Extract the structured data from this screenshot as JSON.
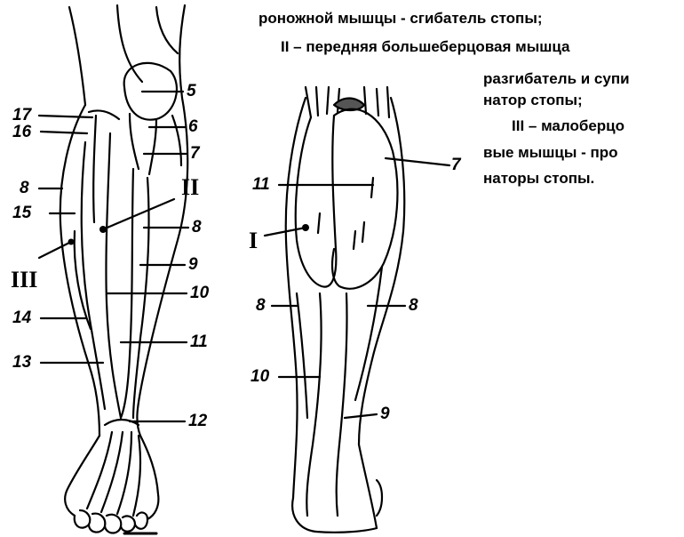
{
  "caption": {
    "line1": "роножной мышцы - сгибатель стопы;",
    "line2": "II – передняя большеберцовая мышца",
    "line3": "разгибатель и супи",
    "line4": "натор стопы;",
    "line5": "III  –  малоберцо",
    "line6": "вые мышцы - про",
    "line7": "наторы стопы."
  },
  "front_view": {
    "labels": {
      "n5": "5",
      "n6": "6",
      "n7": "7",
      "n8a": "8",
      "n8b": "8",
      "n9": "9",
      "n10": "10",
      "n11": "11",
      "n12": "12",
      "n13": "13",
      "n14": "14",
      "n15": "15",
      "n16": "16",
      "n17": "17",
      "roman2": "II",
      "roman3": "III"
    }
  },
  "back_view": {
    "labels": {
      "n7": "7",
      "n11": "11",
      "n8a": "8",
      "n8b": "8",
      "n10": "10",
      "n9": "9",
      "roman1": "I"
    }
  }
}
